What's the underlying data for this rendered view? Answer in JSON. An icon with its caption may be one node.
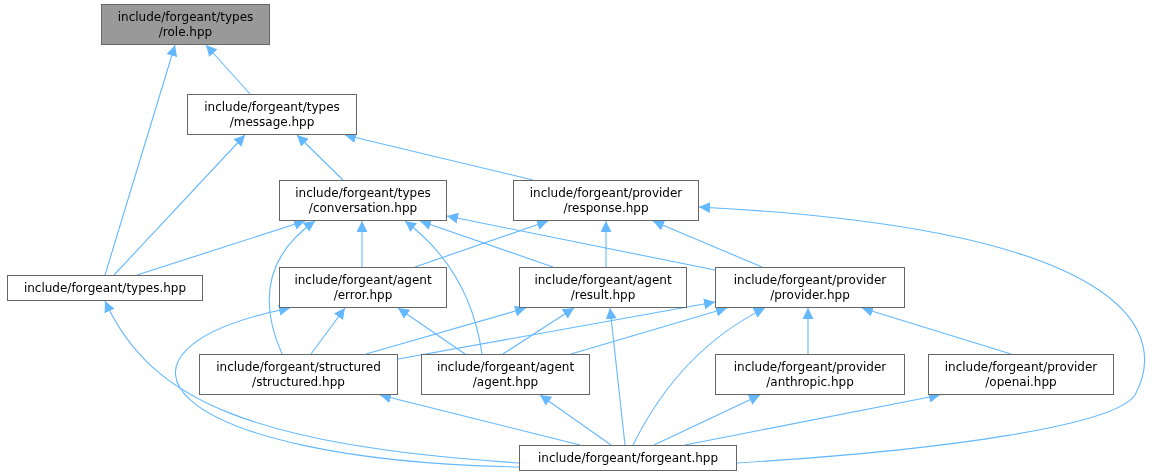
{
  "diagram": {
    "nodes": [
      {
        "text": [
          "include/forgeant/types /role.hpp"
        ]
      },
      {
        "text": [
          "include/forgeant/types /message.hpp"
        ]
      },
      {
        "text": [
          "include/forgeant/types /conversation.hpp"
        ]
      },
      {
        "text": [
          "include/forgeant/provider /response.hpp"
        ]
      },
      {
        "text": [
          "include/forgeant/types.hpp"
        ]
      },
      {
        "text": [
          "include/forgeant/agent /error.hpp"
        ]
      },
      {
        "text": [
          "include/forgeant/agent /result.hpp"
        ]
      },
      {
        "text": [
          "include/forgeant/provider /provider.hpp"
        ]
      },
      {
        "text": [
          "include/forgeant/structured /structured.hpp"
        ]
      },
      {
        "text": [
          "include/forgeant/agent /agent.hpp"
        ]
      },
      {
        "text": [
          "include/forgeant/provider /anthropic.hpp"
        ]
      },
      {
        "text": [
          "include/forgeant/provider /openai.hpp"
        ]
      },
      {
        "text": [
          "include/forgeant/forgeant.hpp"
        ]
      }
    ],
    "edges": [
      {
        "from": 1,
        "to": 0,
        "arrow": "to"
      },
      {
        "from": 4,
        "to": 0,
        "arrow": "to"
      },
      {
        "from": 2,
        "to": 1,
        "arrow": "to"
      },
      {
        "from": 3,
        "to": 1,
        "arrow": "to"
      },
      {
        "from": 4,
        "to": 1,
        "arrow": "to"
      },
      {
        "from": 4,
        "to": 2,
        "arrow": "to"
      },
      {
        "from": 5,
        "to": 2,
        "arrow": "to"
      },
      {
        "from": 6,
        "to": 2,
        "arrow": "to"
      },
      {
        "from": 7,
        "to": 2,
        "arrow": "to"
      },
      {
        "from": 8,
        "to": 2,
        "arrow": "to"
      },
      {
        "from": 9,
        "to": 2,
        "arrow": "to"
      },
      {
        "from": 5,
        "to": 3,
        "arrow": "to"
      },
      {
        "from": 6,
        "to": 3,
        "arrow": "to"
      },
      {
        "from": 7,
        "to": 3,
        "arrow": "to"
      },
      {
        "from": 12,
        "to": 3,
        "arrow": "to"
      },
      {
        "from": 12,
        "to": 4,
        "arrow": "to"
      },
      {
        "from": 8,
        "to": 5,
        "arrow": "to"
      },
      {
        "from": 9,
        "to": 5,
        "arrow": "to"
      },
      {
        "from": 12,
        "to": 5,
        "arrow": "to"
      },
      {
        "from": 8,
        "to": 6,
        "arrow": "to"
      },
      {
        "from": 9,
        "to": 6,
        "arrow": "to"
      },
      {
        "from": 12,
        "to": 6,
        "arrow": "to"
      },
      {
        "from": 8,
        "to": 7,
        "arrow": "to"
      },
      {
        "from": 9,
        "to": 7,
        "arrow": "to"
      },
      {
        "from": 12,
        "to": 7,
        "arrow": "to"
      },
      {
        "from": 10,
        "to": 7,
        "arrow": "to"
      },
      {
        "from": 11,
        "to": 7,
        "arrow": "to"
      },
      {
        "from": 12,
        "to": 8,
        "arrow": "to"
      },
      {
        "from": 12,
        "to": 9,
        "arrow": "to"
      },
      {
        "from": 12,
        "to": 10,
        "arrow": "to"
      },
      {
        "from": 12,
        "to": 11,
        "arrow": "to"
      }
    ]
  }
}
